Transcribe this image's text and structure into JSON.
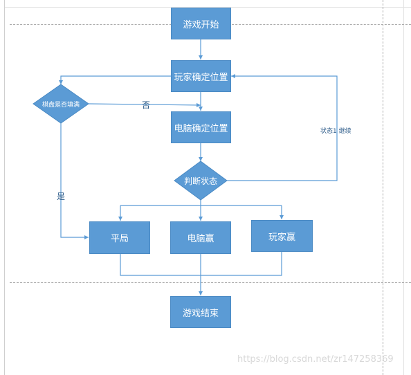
{
  "nodes": {
    "start": "游戏开始",
    "player_place": "玩家确定位置",
    "computer_place": "电脑确定位置",
    "draw": "平局",
    "computer_win": "电脑赢",
    "player_win": "玩家赢",
    "end": "游戏结束"
  },
  "decisions": {
    "board_full": "棋盘是否填满",
    "judge_state": "判断状态"
  },
  "edge_labels": {
    "no": "否",
    "yes": "是",
    "continue": "状态1 继续"
  },
  "watermark": "https://blog.csdn.net/zr147258369",
  "colors": {
    "node_fill": "#5b9bd5",
    "line": "#5b9bd5"
  }
}
